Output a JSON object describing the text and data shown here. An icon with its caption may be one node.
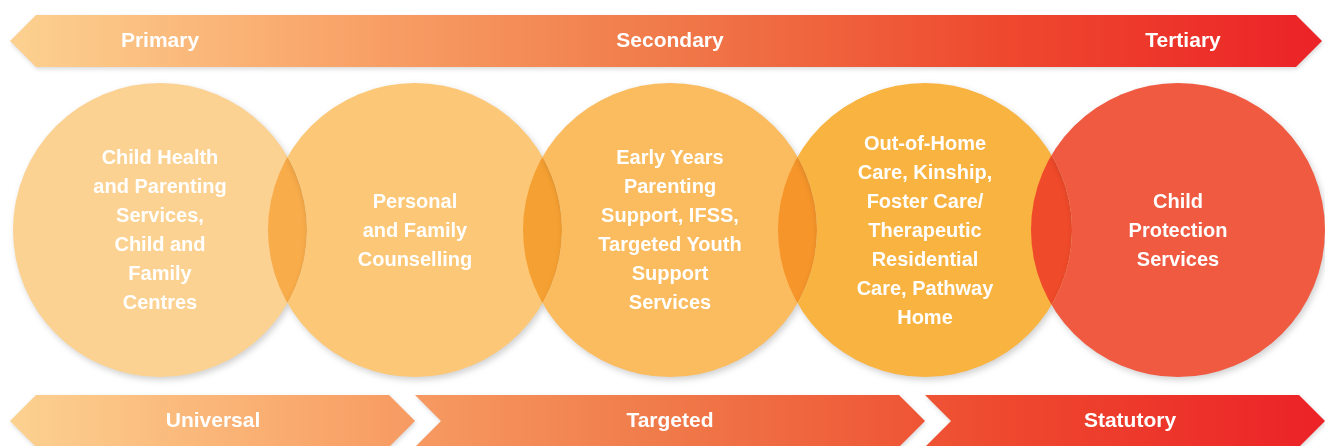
{
  "diagram": {
    "nodes": [
      {
        "text": [
          "Primary",
          "Secondary",
          "Tertiary"
        ]
      },
      {
        "text": [
          "Child Health and Parenting Services, Child and Family Centres"
        ]
      },
      {
        "text": [
          "Personal and Family Counselling"
        ]
      },
      {
        "text": [
          "Early Years Parenting Support, IFSS, Targeted Youth Support Services"
        ]
      },
      {
        "text": [
          "Out-of-Home Care, Kinship, Foster Care/ Therapeutic Residential Care, Pathway Home"
        ]
      },
      {
        "text": [
          "Child Protection Services"
        ]
      },
      {
        "text": [
          "Universal"
        ]
      },
      {
        "text": [
          "Targeted"
        ]
      },
      {
        "text": [
          "Statutory"
        ]
      }
    ]
  }
}
